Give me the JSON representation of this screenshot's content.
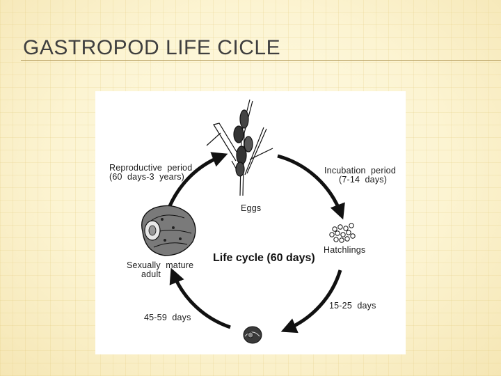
{
  "slide": {
    "title": "GASTROPOD LIFE CICLE"
  },
  "diagram": {
    "center_label": "Life cycle (60 days)",
    "stages": {
      "reproductive": {
        "line1": "Reproductive  period",
        "line2": "(60  days-3  years)"
      },
      "incubation": {
        "line1": "Incubation  period",
        "line2": "(7-14  days)"
      },
      "eggs": "Eggs",
      "hatchlings": "Hatchlings",
      "adult": {
        "line1": "Sexually  mature",
        "line2": "adult"
      },
      "juvenile_period": "15-25  days",
      "maturation_period": "45-59  days"
    },
    "icons": [
      "plant-with-egg-masses-icon",
      "hatchlings-cluster-icon",
      "juvenile-snail-icon",
      "adult-snail-icon",
      "cycle-arrow-icon"
    ]
  }
}
